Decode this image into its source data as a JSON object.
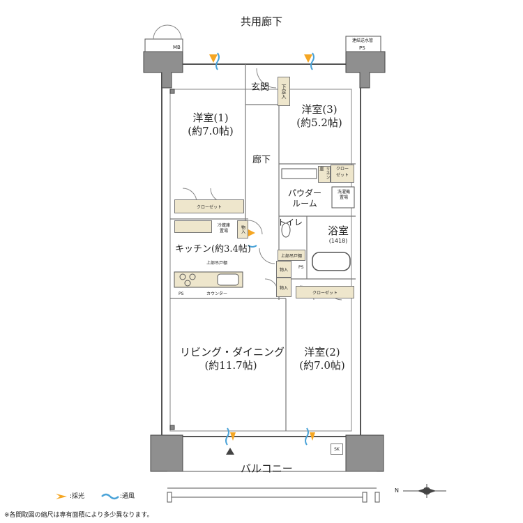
{
  "corridor_label": "共用廊下",
  "rooms": {
    "western1_name": "洋室(1)",
    "western1_size": "(約7.0帖)",
    "western3_name": "洋室(3)",
    "western3_size": "(約5.2帖)",
    "western2_name": "洋室(2)",
    "western2_size": "(約7.0帖)",
    "entrance": "玄関",
    "hallway": "廊下",
    "kitchen": "キッチン(約3.4帖)",
    "living_name": "リビング・ダイニング",
    "living_size": "(約11.7帖)",
    "powder_line1": "パウダー",
    "powder_line2": "ルーム",
    "toilet": "トイレ",
    "bath_name": "浴室",
    "bath_size": "(1418)",
    "balcony": "バルコニー"
  },
  "fixtures": {
    "mb": "MB",
    "ps_top_note": "連結送水管",
    "ps_top": "PS",
    "shoe_storage": "下足入",
    "closet_w1": "クローゼット",
    "closet_w2": "クローゼット",
    "closet_w3_line1": "クロー",
    "closet_w3_line2": "ゼット",
    "linen": "リネン庫",
    "washer_line1": "洗濯機",
    "washer_line2": "置場",
    "fridge_line1": "冷蔵庫",
    "fridge_line2": "置場",
    "storage1": "物入",
    "storage2": "物入",
    "storage3": "物入",
    "upper_cabinet_kitchen": "上部吊戸棚",
    "upper_cabinet_toilet": "上部吊戸棚",
    "ps_kitchen": "PS",
    "ps_toilet": "PS",
    "counter": "カウンター",
    "sk": "SK"
  },
  "legend": {
    "light": ":採光",
    "wind": ":通風",
    "light_color": "#f5a623",
    "wind_color": "#4aa3d8"
  },
  "compass": "N",
  "footnote": "※各間取図の縮尺は専有面積により多少異なります。"
}
